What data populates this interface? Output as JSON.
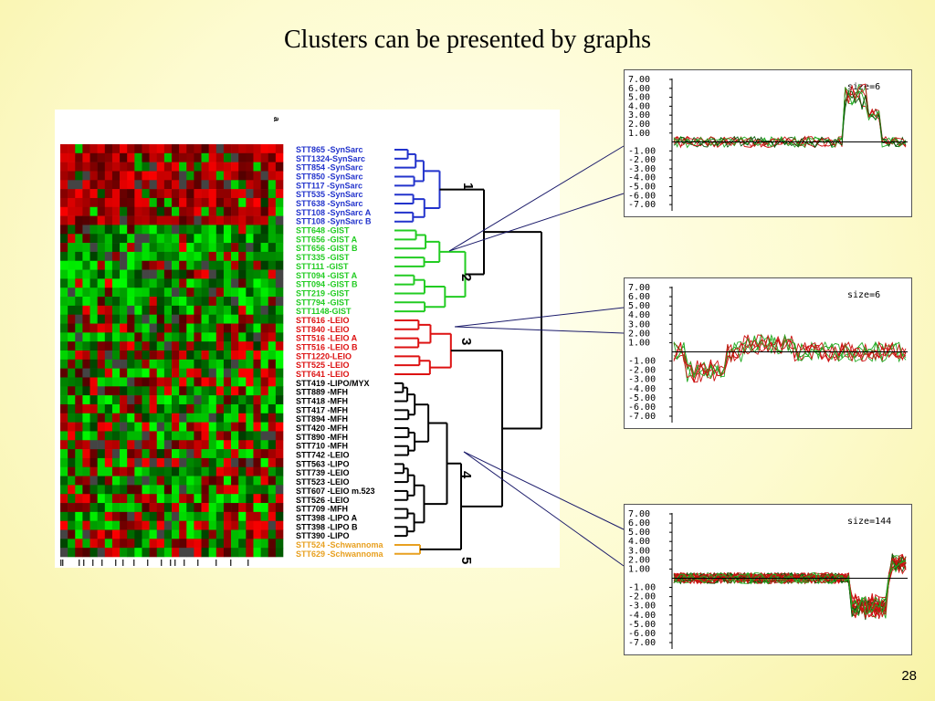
{
  "slide": {
    "title": "Clusters can be presented by graphs",
    "page_number": "28"
  },
  "figure": {
    "panel_label": "a",
    "colors": {
      "blue": "#2233cc",
      "green": "#22cc22",
      "red": "#dd1111",
      "black": "#000000",
      "orange": "#e8a020"
    },
    "samples": [
      {
        "name": "STT865 -SynSarc",
        "color": "blue"
      },
      {
        "name": "STT1324-SynSarc",
        "color": "blue"
      },
      {
        "name": "STT854 -SynSarc",
        "color": "blue"
      },
      {
        "name": "STT850 -SynSarc",
        "color": "blue"
      },
      {
        "name": "STT117 -SynSarc",
        "color": "blue"
      },
      {
        "name": "STT535 -SynSarc",
        "color": "blue"
      },
      {
        "name": "STT638 -SynSarc",
        "color": "blue"
      },
      {
        "name": "STT108 -SynSarc A",
        "color": "blue"
      },
      {
        "name": "STT108 -SynSarc B",
        "color": "blue"
      },
      {
        "name": "STT648 -GIST",
        "color": "green"
      },
      {
        "name": "STT656 -GIST A",
        "color": "green"
      },
      {
        "name": "STT656 -GIST B",
        "color": "green"
      },
      {
        "name": "STT335 -GIST",
        "color": "green"
      },
      {
        "name": "STT111 -GIST",
        "color": "green"
      },
      {
        "name": "STT094 -GIST A",
        "color": "green"
      },
      {
        "name": "STT094 -GIST B",
        "color": "green"
      },
      {
        "name": "STT219 -GIST",
        "color": "green"
      },
      {
        "name": "STT794 -GIST",
        "color": "green"
      },
      {
        "name": "STT1148-GIST",
        "color": "green"
      },
      {
        "name": "STT616 -LEIO",
        "color": "red"
      },
      {
        "name": "STT840 -LEIO",
        "color": "red"
      },
      {
        "name": "STT516 -LEIO A",
        "color": "red"
      },
      {
        "name": "STT516 -LEIO B",
        "color": "red"
      },
      {
        "name": "STT1220-LEIO",
        "color": "red"
      },
      {
        "name": "STT525 -LEIO",
        "color": "red"
      },
      {
        "name": "STT641 -LEIO",
        "color": "red"
      },
      {
        "name": "STT419 -LIPO/MYX",
        "color": "black"
      },
      {
        "name": "STT889 -MFH",
        "color": "black"
      },
      {
        "name": "STT418 -MFH",
        "color": "black"
      },
      {
        "name": "STT417 -MFH",
        "color": "black"
      },
      {
        "name": "STT894 -MFH",
        "color": "black"
      },
      {
        "name": "STT420 -MFH",
        "color": "black"
      },
      {
        "name": "STT890 -MFH",
        "color": "black"
      },
      {
        "name": "STT710 -MFH",
        "color": "black"
      },
      {
        "name": "STT742 -LEIO",
        "color": "black"
      },
      {
        "name": "STT563 -LIPO",
        "color": "black"
      },
      {
        "name": "STT739 -LEIO",
        "color": "black"
      },
      {
        "name": "STT523 -LEIO",
        "color": "black"
      },
      {
        "name": "STT607 -LEIO m.523",
        "color": "black"
      },
      {
        "name": "STT526 -LEIO",
        "color": "black"
      },
      {
        "name": "STT709 -MFH",
        "color": "black"
      },
      {
        "name": "STT398 -LIPO A",
        "color": "black"
      },
      {
        "name": "STT398 -LIPO B",
        "color": "black"
      },
      {
        "name": "STT390 -LIPO",
        "color": "black"
      },
      {
        "name": "STT524 -Schwannoma",
        "color": "orange"
      },
      {
        "name": "STT629 -Schwannoma",
        "color": "orange"
      }
    ],
    "clusters": [
      {
        "label": "1",
        "color": "blue",
        "first": 0,
        "last": 8
      },
      {
        "label": "2",
        "color": "green",
        "first": 9,
        "last": 18
      },
      {
        "label": "3",
        "color": "red",
        "first": 19,
        "last": 25
      },
      {
        "label": "4",
        "color": "black",
        "first": 26,
        "last": 43
      },
      {
        "label": "5",
        "color": "orange",
        "first": 44,
        "last": 45
      }
    ]
  },
  "graphs": [
    {
      "id": "graph-1",
      "size_label": "size=6",
      "y_ticks": [
        "7.00",
        "6.00",
        "5.00",
        "4.00",
        "3.00",
        "2.00",
        "1.00",
        "-1.00",
        "-2.00",
        "-3.00",
        "-4.00",
        "-5.00",
        "-6.00",
        "-7.00"
      ]
    },
    {
      "id": "graph-2",
      "size_label": "size=6",
      "y_ticks": [
        "7.00",
        "6.00",
        "5.00",
        "4.00",
        "3.00",
        "2.00",
        "1.00",
        "-1.00",
        "-2.00",
        "-3.00",
        "-4.00",
        "-5.00",
        "-6.00",
        "-7.00"
      ]
    },
    {
      "id": "graph-3",
      "size_label": "size=144",
      "y_ticks": [
        "7.00",
        "6.00",
        "5.00",
        "4.00",
        "3.00",
        "2.00",
        "1.00",
        "-1.00",
        "-2.00",
        "-3.00",
        "-4.00",
        "-5.00",
        "-6.00",
        "-7.00"
      ]
    }
  ]
}
